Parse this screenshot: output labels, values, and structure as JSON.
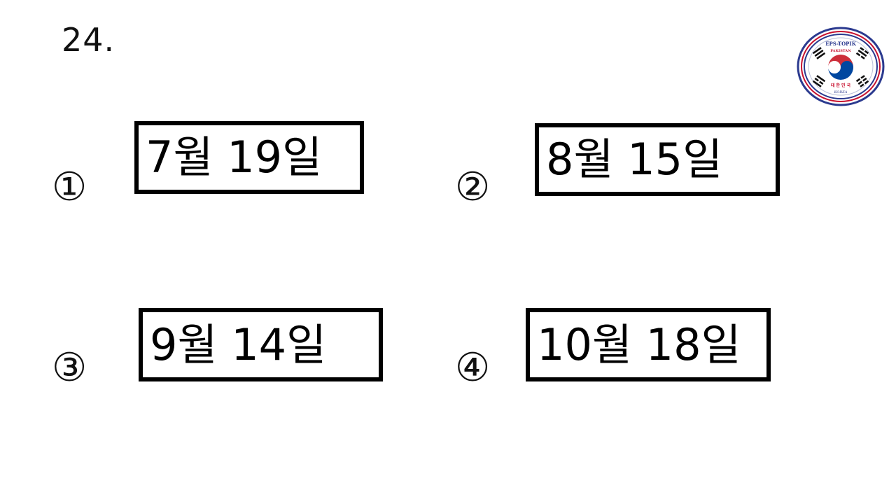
{
  "question": {
    "number": "24."
  },
  "options": [
    {
      "marker": "①",
      "text": "7월 19일"
    },
    {
      "marker": "②",
      "text": "8월 15일"
    },
    {
      "marker": "③",
      "text": "9월 14일"
    },
    {
      "marker": "④",
      "text": "10월 18일"
    }
  ],
  "logo": {
    "top_text": "EPS-TOPIK",
    "sub_text": "PAKISTAN",
    "korean_text": "대 한 민 국",
    "bottom_text": "KOREA"
  },
  "colors": {
    "logo_ring_blue": "#2b3a8f",
    "logo_ring_red": "#c8102e",
    "taegeuk_red": "#cd2e3a",
    "taegeuk_blue": "#0047a0"
  }
}
